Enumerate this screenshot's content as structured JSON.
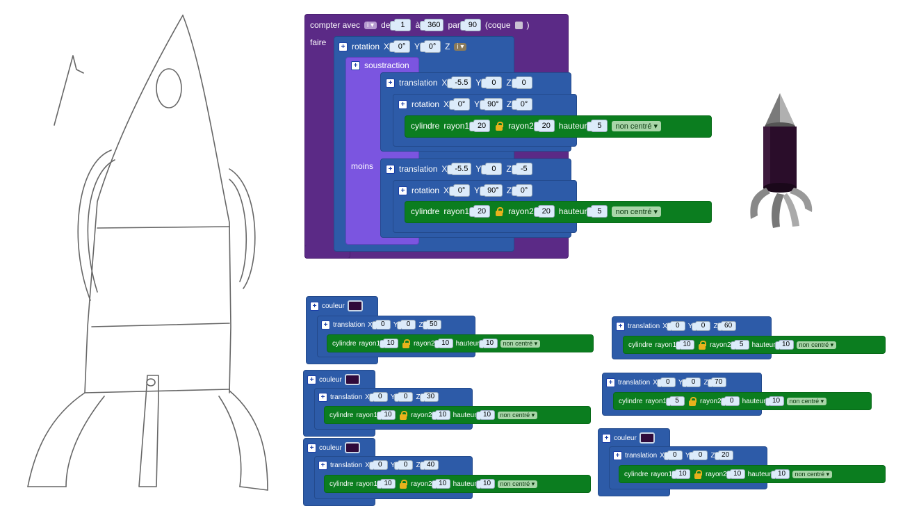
{
  "loop": {
    "count_label": "compter avec",
    "var": "i",
    "from_label": "de",
    "from": "1",
    "to_label": "à",
    "to": "360",
    "by_label": "par",
    "by": "90",
    "hull_label": "(coque",
    "hull_close": ")",
    "do_label": "faire"
  },
  "rotation_outer": {
    "label": "rotation",
    "x_label": "X",
    "x": "0°",
    "y_label": "Y",
    "y": "0°",
    "z_label": "Z",
    "z_var": "i"
  },
  "difference": {
    "label": "soustraction",
    "minus_label": "moins"
  },
  "translate_a": {
    "label": "translation",
    "x_label": "X",
    "x": "-5.5",
    "y_label": "Y",
    "y": "0",
    "z_label": "Z",
    "z": "0"
  },
  "rotate_a": {
    "label": "rotation",
    "x_label": "X",
    "x": "0°",
    "y_label": "Y",
    "y": "90°",
    "z_label": "Z",
    "z": "0°"
  },
  "cyl_a": {
    "label": "cylindre",
    "r1_label": "rayon1",
    "r1": "20",
    "r2_label": "rayon2",
    "r2": "20",
    "h_label": "hauteur",
    "h": "5",
    "center": "non centré"
  },
  "translate_b": {
    "label": "translation",
    "x_label": "X",
    "x": "-5.5",
    "y_label": "Y",
    "y": "0",
    "z_label": "Z",
    "z": "-5"
  },
  "rotate_b": {
    "label": "rotation",
    "x_label": "X",
    "x": "0°",
    "y_label": "Y",
    "y": "90°",
    "z_label": "Z",
    "z": "0°"
  },
  "cyl_b": {
    "label": "cylindre",
    "r1_label": "rayon1",
    "r1": "20",
    "r2_label": "rayon2",
    "r2": "20",
    "h_label": "hauteur",
    "h": "5",
    "center": "non centré"
  },
  "small_blocks": [
    {
      "color_label": "couleur",
      "t_label": "translation",
      "x_label": "X",
      "x": "0",
      "y_label": "Y",
      "y": "0",
      "z_label": "Z",
      "z": "50",
      "c_label": "cylindre",
      "r1_label": "rayon1",
      "r1": "10",
      "r2_label": "rayon2",
      "r2": "10",
      "h_label": "hauteur",
      "h": "10",
      "center": "non centré"
    },
    {
      "color_label": "couleur",
      "t_label": "translation",
      "x_label": "X",
      "x": "0",
      "y_label": "Y",
      "y": "0",
      "z_label": "Z",
      "z": "30",
      "c_label": "cylindre",
      "r1_label": "rayon1",
      "r1": "10",
      "r2_label": "rayon2",
      "r2": "10",
      "h_label": "hauteur",
      "h": "10",
      "center": "non centré"
    },
    {
      "color_label": "couleur",
      "t_label": "translation",
      "x_label": "X",
      "x": "0",
      "y_label": "Y",
      "y": "0",
      "z_label": "Z",
      "z": "40",
      "c_label": "cylindre",
      "r1_label": "rayon1",
      "r1": "10",
      "r2_label": "rayon2",
      "r2": "10",
      "h_label": "hauteur",
      "h": "10",
      "center": "non centré"
    },
    {
      "t_label": "translation",
      "x_label": "X",
      "x": "0",
      "y_label": "Y",
      "y": "0",
      "z_label": "Z",
      "z": "60",
      "c_label": "cylindre",
      "r1_label": "rayon1",
      "r1": "10",
      "r2_label": "rayon2",
      "r2": "5",
      "h_label": "hauteur",
      "h": "10",
      "center": "non centré"
    },
    {
      "t_label": "translation",
      "x_label": "X",
      "x": "0",
      "y_label": "Y",
      "y": "0",
      "z_label": "Z",
      "z": "70",
      "c_label": "cylindre",
      "r1_label": "rayon1",
      "r1": "5",
      "r2_label": "rayon2",
      "r2": "0",
      "h_label": "hauteur",
      "h": "10",
      "center": "non centré"
    },
    {
      "color_label": "couleur",
      "t_label": "translation",
      "x_label": "X",
      "x": "0",
      "y_label": "Y",
      "y": "0",
      "z_label": "Z",
      "z": "20",
      "c_label": "cylindre",
      "r1_label": "rayon1",
      "r1": "10",
      "r2_label": "rayon2",
      "r2": "10",
      "h_label": "hauteur",
      "h": "10",
      "center": "non centré"
    }
  ],
  "colors": {
    "loop": "#5b2a86",
    "transform": "#2d5ba8",
    "difference": "#7b55e0",
    "shape": "#0b7d1f",
    "swatch": "#300a3a"
  }
}
